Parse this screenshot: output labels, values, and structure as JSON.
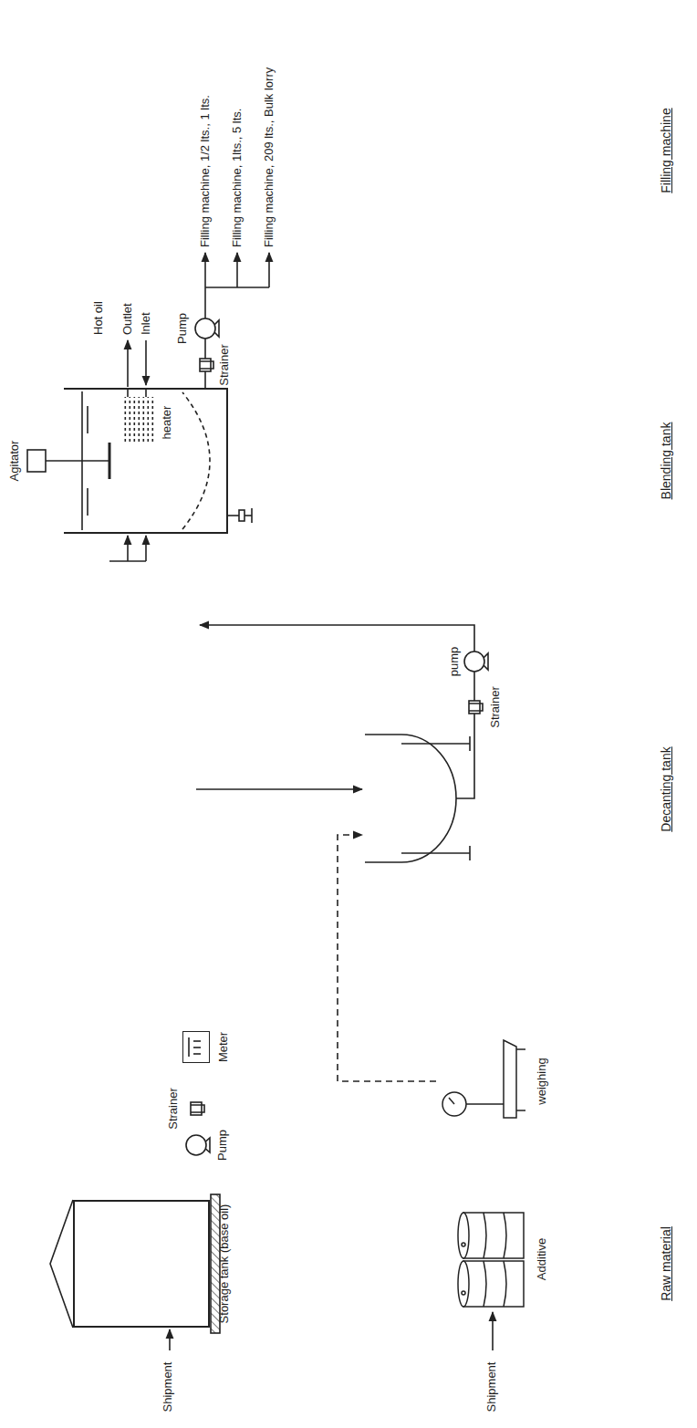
{
  "diagram": {
    "nodes": [
      {
        "text": [
          "Storage tank (base oil)"
        ]
      },
      {
        "text": [
          "Meter"
        ]
      },
      {
        "text": [
          "Additive"
        ]
      },
      {
        "text": [
          "weighing"
        ]
      },
      {
        "text": [
          "heater"
        ]
      }
    ],
    "edges": [
      {
        "from": 0,
        "to": 1,
        "arrow": "none"
      },
      {
        "from": 1,
        "to": 4,
        "arrow": "to"
      },
      {
        "from": 2,
        "to": 3,
        "arrow": "to"
      }
    ],
    "labels": [
      "Shipment",
      "Shipment",
      "Strainer",
      "Pump",
      "Strainer",
      "pump",
      "Agitator",
      "Hot oil",
      "Outlet",
      "Inlet",
      "Strainer",
      "Pump",
      "Filling machine, 1/2 lts., 1 lts.",
      "Filling machine, 1lts., 5 lts.",
      "Filling machine, 209 lts., Bulk lorry",
      "Raw material",
      "Decanting tank",
      "Blending tank",
      "Filling machine"
    ]
  }
}
